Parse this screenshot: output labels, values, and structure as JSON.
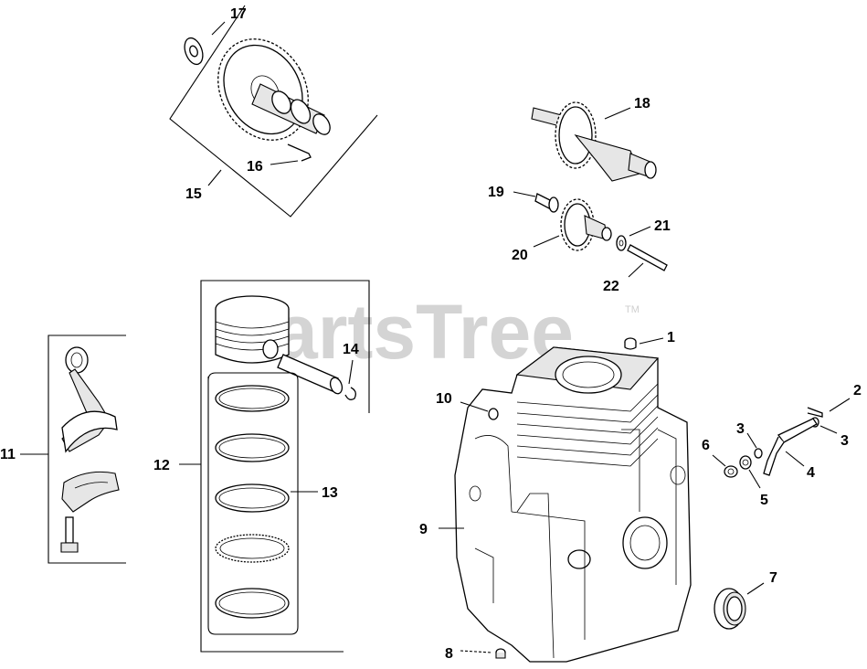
{
  "watermark": {
    "text": "PartsTree",
    "trademark": "TM"
  },
  "callouts": {
    "c1": "1",
    "c2": "2",
    "c3a": "3",
    "c3b": "3",
    "c4": "4",
    "c5": "5",
    "c6": "6",
    "c7": "7",
    "c8": "8",
    "c9": "9",
    "c10": "10",
    "c11": "11",
    "c12": "12",
    "c13": "13",
    "c14": "14",
    "c15": "15",
    "c16": "16",
    "c17": "17",
    "c18": "18",
    "c19": "19",
    "c20": "20",
    "c21": "21",
    "c22": "22"
  }
}
